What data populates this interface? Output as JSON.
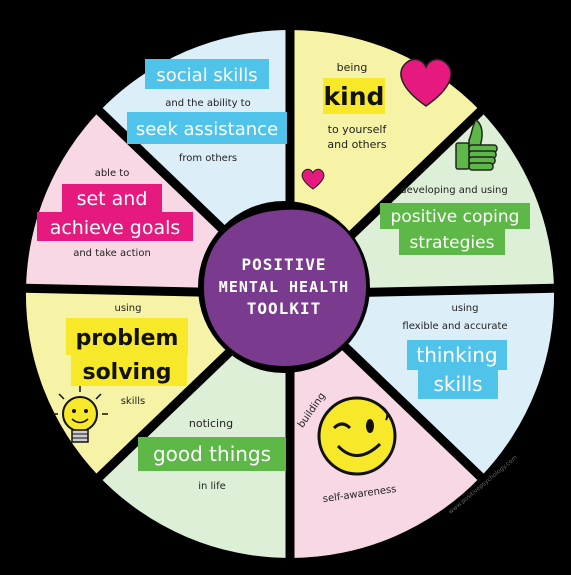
{
  "colors": {
    "background": "#000000",
    "pale_yellow": "#F6F3A6",
    "pale_green": "#DDEFD6",
    "pale_blue": "#DCEEF8",
    "pale_pink": "#F7D8E4",
    "purple": "#7A3A8E",
    "blue_label": "#4FC3EA",
    "yellow_label": "#F7E82A",
    "green_label": "#5DB848",
    "pink_label": "#E5197E",
    "white_label": "#FFFFFF"
  },
  "center": {
    "lines": [
      "POSITIVE",
      "MENTAL HEALTH",
      "TOOLKIT"
    ]
  },
  "segments": {
    "social": {
      "label": "social skills",
      "mid": "and the ability to",
      "label2": "seek assistance",
      "after": "from others"
    },
    "kind": {
      "before": "being",
      "label": "kind",
      "after1": "to yourself",
      "after2": "and others",
      "icon": "heart-icon"
    },
    "coping": {
      "before": "developing and using",
      "label1": "positive coping",
      "label2": "strategies",
      "icon": "thumbs-up-icon"
    },
    "thinking": {
      "before1": "using",
      "before2": "flexible and accurate",
      "label1": "thinking",
      "label2": "skills"
    },
    "awareness": {
      "top": "building",
      "bottom": "self-awareness",
      "icon": "winking-smiley-icon"
    },
    "goodthings": {
      "before": "noticing",
      "label": "good things",
      "after": "in life"
    },
    "problem": {
      "before": "using",
      "label1": "problem",
      "label2": "solving",
      "after": "skills",
      "icon": "lightbulb-icon"
    },
    "goals": {
      "before": "able to",
      "label1": "set and",
      "label2": "achieve goals",
      "after": "and take action"
    }
  },
  "credit": "www.positivepsychology.com"
}
